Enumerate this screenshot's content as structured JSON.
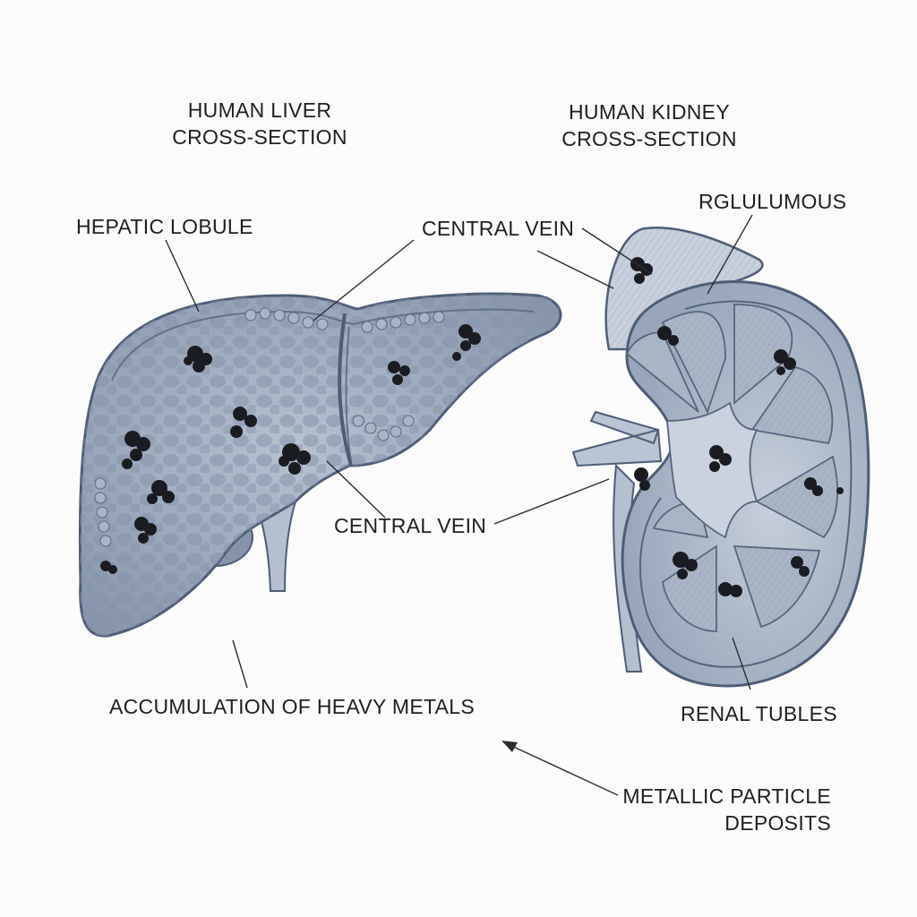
{
  "titles": {
    "liver": [
      "HUMAN LIVER",
      "CROSS-SECTION"
    ],
    "kidney": [
      "HUMAN KIDNEY",
      "CROSS-SECTION"
    ]
  },
  "labels": {
    "hepatic_lobule": "HEPATIC LOBULE",
    "central_vein_top": "CENTRAL VEIN",
    "central_vein_mid": "CENTRAL VEIN",
    "rglulumous": "RGLULUMOUS",
    "accumulation": "ACCUMULATION OF HEAVY METALS",
    "renal_tubles": "RENAL TUBLES",
    "metallic": [
      "METALLIC PARTICLE",
      "DEPOSITS"
    ]
  },
  "colors": {
    "organ_fill": "#9aa7bb",
    "organ_outline": "#4e5d77",
    "cell_fill": "#7f8ea6",
    "deposit": "#1a1c22",
    "leader": "#2a2d33"
  }
}
